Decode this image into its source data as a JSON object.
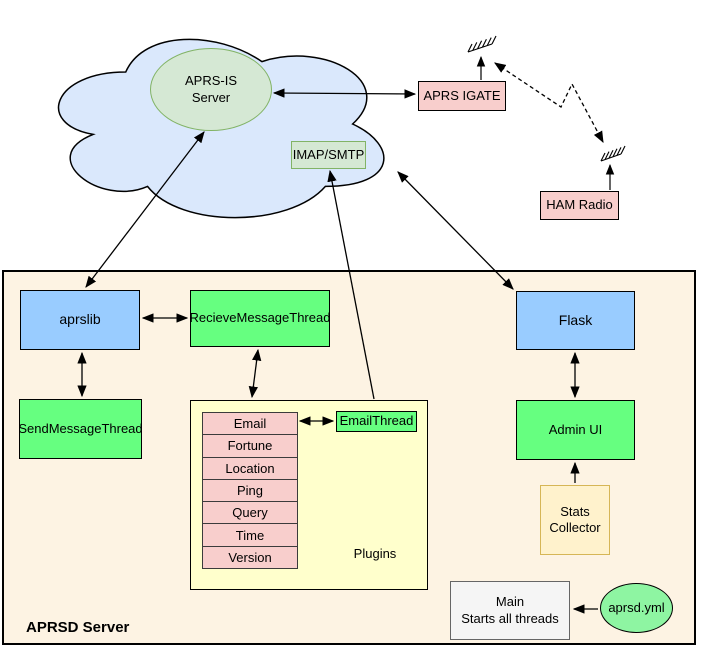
{
  "cloud": {
    "aprs_is_line1": "APRS-IS",
    "aprs_is_line2": "Server",
    "imap_smtp": "IMAP/SMTP"
  },
  "external": {
    "aprs_igate": "APRS IGATE",
    "ham_radio": "HAM Radio"
  },
  "server": {
    "label": "APRSD Server",
    "aprslib": "aprslib",
    "receive_thread": "RecieveMessageThread",
    "send_thread": "SendMessageThread",
    "flask": "Flask",
    "admin_ui": "Admin UI",
    "email_thread": "EmailThread",
    "plugins": {
      "label": "Plugins",
      "items": [
        "Email",
        "Fortune",
        "Location",
        "Ping",
        "Query",
        "Time",
        "Version"
      ]
    },
    "stats_line1": "Stats",
    "stats_line2": "Collector",
    "main_line1": "Main",
    "main_line2": "Starts all threads",
    "aprsd_yml": "aprsd.yml"
  },
  "colors": {
    "cloud_fill": "#dae8fc",
    "soft_green_fill": "#d5e8d4",
    "soft_green_border": "#82b366",
    "pink_fill": "#f8cecc",
    "blue_fill": "#99ccff",
    "bright_green_fill": "#66ff80",
    "plugins_yellow_fill": "#ffffcc",
    "server_cream_fill": "#fdf3e3",
    "stats_fill": "#fff2cc",
    "stats_border": "#d6b656",
    "main_gray_fill": "#f5f5f5",
    "yml_mint_fill": "#8ef5a2",
    "line_color": "#000000"
  }
}
